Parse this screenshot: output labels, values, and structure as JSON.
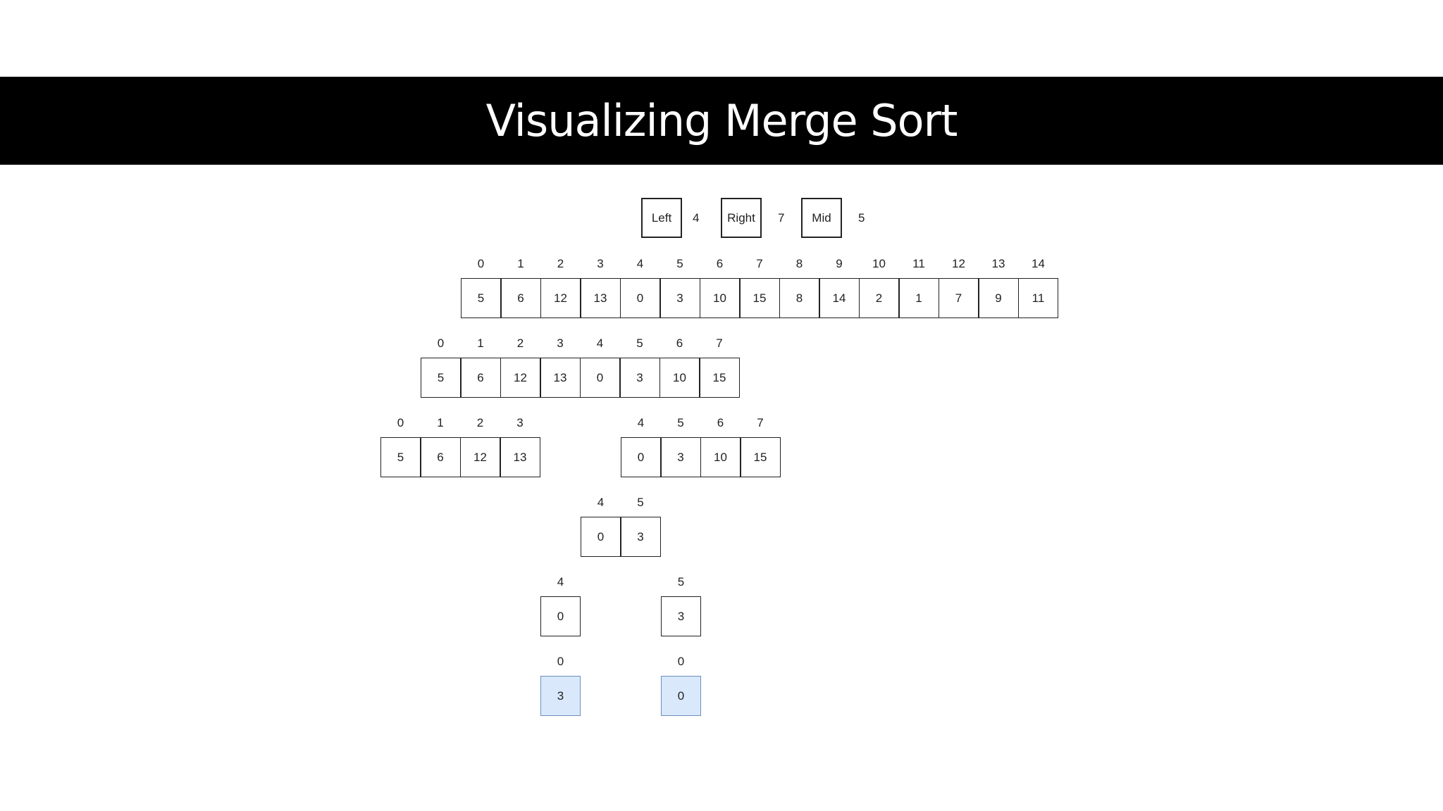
{
  "title": "Visualizing Merge Sort",
  "pointers": [
    {
      "label": "Left",
      "value": "4"
    },
    {
      "label": "Right",
      "value": "7"
    },
    {
      "label": "Mid",
      "value": "5"
    }
  ],
  "rows": [
    {
      "segments": [
        {
          "cells": [
            {
              "index": "0",
              "value": "5"
            },
            {
              "index": "1",
              "value": "6"
            },
            {
              "index": "2",
              "value": "12"
            },
            {
              "index": "3",
              "value": "13"
            },
            {
              "index": "4",
              "value": "0"
            },
            {
              "index": "5",
              "value": "3"
            },
            {
              "index": "6",
              "value": "10"
            },
            {
              "index": "7",
              "value": "15"
            },
            {
              "index": "8",
              "value": "8"
            },
            {
              "index": "9",
              "value": "14"
            },
            {
              "index": "10",
              "value": "2"
            },
            {
              "index": "11",
              "value": "1"
            },
            {
              "index": "12",
              "value": "7"
            },
            {
              "index": "13",
              "value": "9"
            },
            {
              "index": "14",
              "value": "11"
            }
          ]
        }
      ]
    },
    {
      "segments": [
        {
          "cells": [
            {
              "index": "0",
              "value": "5"
            },
            {
              "index": "1",
              "value": "6"
            },
            {
              "index": "2",
              "value": "12"
            },
            {
              "index": "3",
              "value": "13"
            },
            {
              "index": "4",
              "value": "0"
            },
            {
              "index": "5",
              "value": "3"
            },
            {
              "index": "6",
              "value": "10"
            },
            {
              "index": "7",
              "value": "15"
            }
          ]
        }
      ]
    },
    {
      "segments": [
        {
          "cells": [
            {
              "index": "0",
              "value": "5"
            },
            {
              "index": "1",
              "value": "6"
            },
            {
              "index": "2",
              "value": "12"
            },
            {
              "index": "3",
              "value": "13"
            }
          ]
        },
        {
          "cells": [
            {
              "index": "4",
              "value": "0"
            },
            {
              "index": "5",
              "value": "3"
            },
            {
              "index": "6",
              "value": "10"
            },
            {
              "index": "7",
              "value": "15"
            }
          ]
        }
      ]
    },
    {
      "segments": [
        {
          "cells": [
            {
              "index": "4",
              "value": "0"
            },
            {
              "index": "5",
              "value": "3"
            }
          ]
        }
      ]
    },
    {
      "segments": [
        {
          "cells": [
            {
              "index": "4",
              "value": "0"
            }
          ]
        },
        {
          "cells": [
            {
              "index": "5",
              "value": "3"
            }
          ]
        }
      ]
    },
    {
      "segments": [
        {
          "highlight": true,
          "cells": [
            {
              "index": "0",
              "value": "3"
            }
          ]
        },
        {
          "highlight": true,
          "cells": [
            {
              "index": "0",
              "value": "0"
            }
          ]
        }
      ]
    }
  ],
  "colors": {
    "highlight_fill": "#dae8fc",
    "highlight_border": "#6c8ebf",
    "title_bar": "#000000"
  }
}
